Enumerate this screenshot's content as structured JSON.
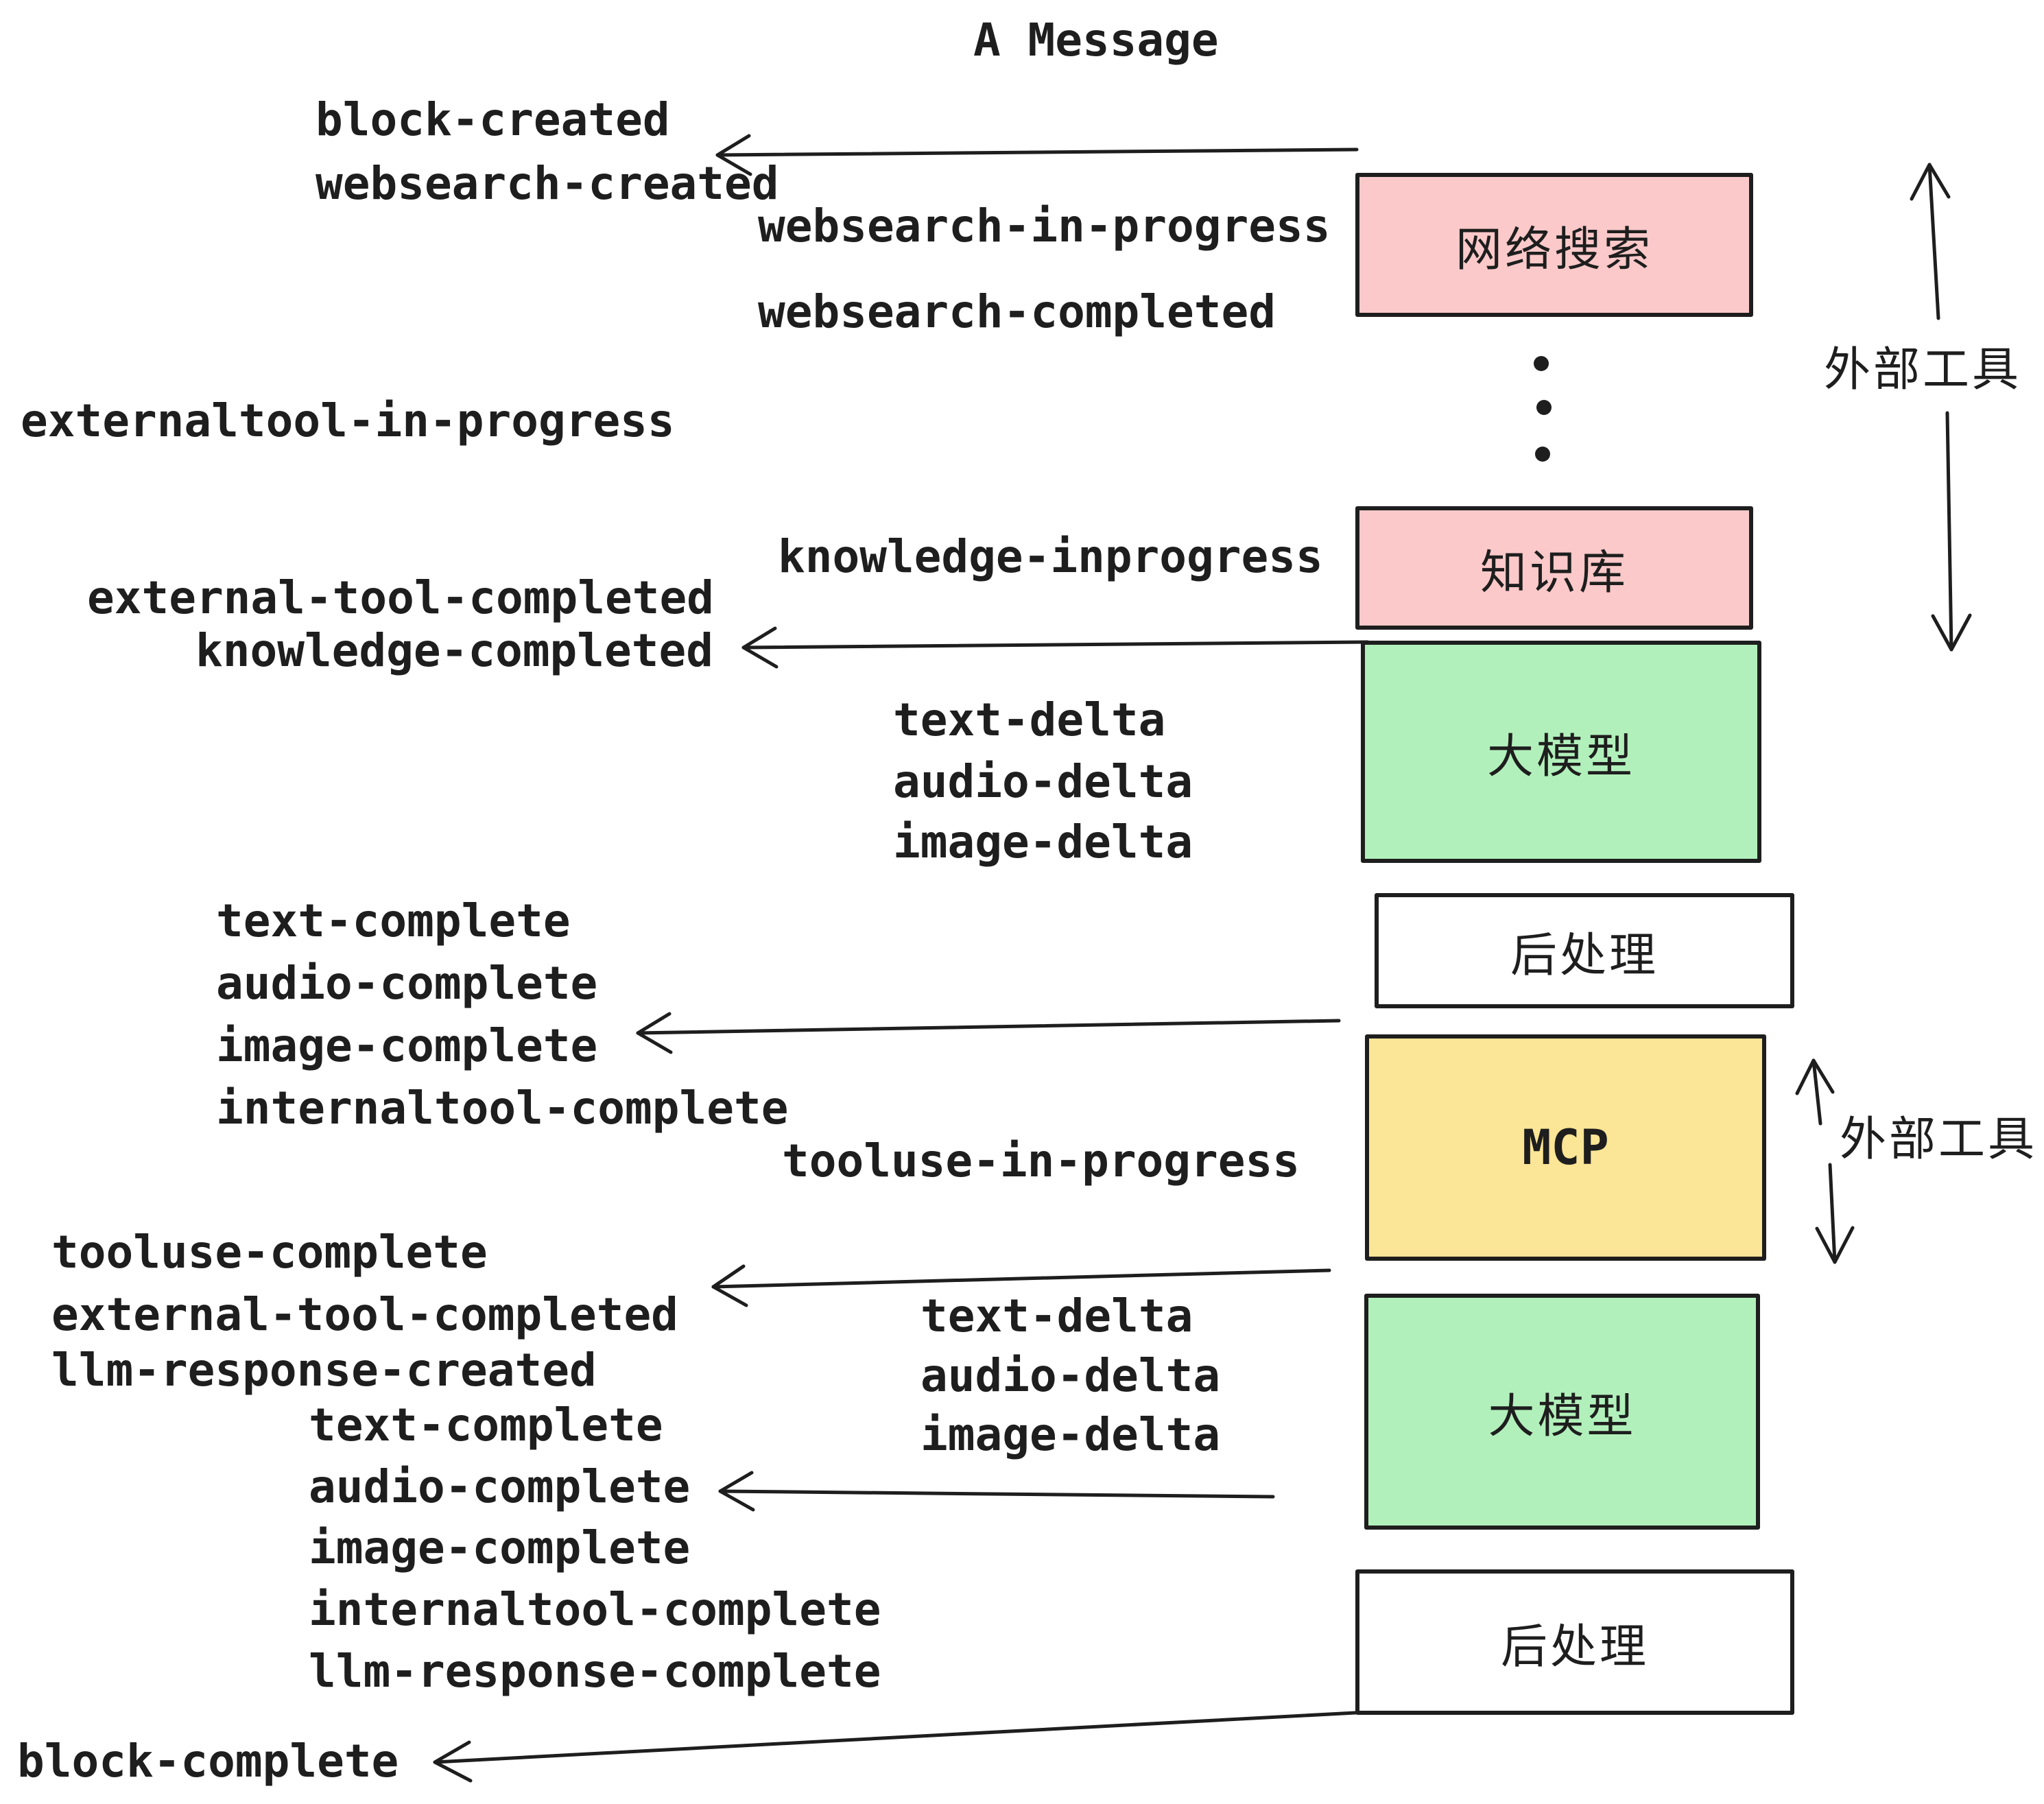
{
  "title": "A Message",
  "colors": {
    "stroke": "#1e1e1e",
    "pink": "#fbc9c9",
    "green": "#b2f0bb",
    "yellow": "#fbe596",
    "white": "#ffffff"
  },
  "boxes": {
    "websearch": "网络搜索",
    "knowledge": "知识库",
    "llm": "大模型",
    "postprocess": "后处理",
    "mcp": "MCP",
    "llm2": "大模型",
    "postprocess2": "后处理"
  },
  "side": {
    "external_tool_upper": "外部工具",
    "external_tool_lower": "外部工具"
  },
  "events": {
    "block_created": "block-created",
    "websearch_created": "websearch-created",
    "websearch_in_progress": "websearch-in-progress",
    "websearch_completed": "websearch-completed",
    "externaltool_in_progress": "externaltool-in-progress",
    "knowledge_inprogress": "knowledge-inprogress",
    "external_tool_completed": "external-tool-completed",
    "knowledge_completed": "knowledge-completed",
    "text_delta": "text-delta",
    "audio_delta": "audio-delta",
    "image_delta": "image-delta",
    "text_complete": "text-complete",
    "audio_complete": "audio-complete",
    "image_complete": "image-complete",
    "internaltool_complete": "internaltool-complete",
    "tooluse_in_progress": "tooluse-in-progress",
    "tooluse_complete": "tooluse-complete",
    "llm_response_created": "llm-response-created",
    "llm_response_complete": "llm-response-complete",
    "block_complete": "block-complete"
  }
}
